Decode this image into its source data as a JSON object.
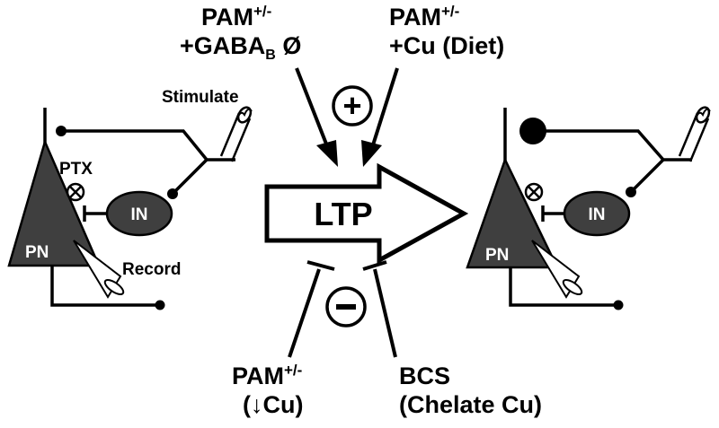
{
  "top_left": {
    "line1_main": "PAM",
    "line1_sup": "+/-",
    "line2_main": "+GABA",
    "line2_sub": "B",
    "line2_tail": " Ø"
  },
  "top_right": {
    "line1_main": "PAM",
    "line1_sup": "+/-",
    "line2": "+Cu (Diet)"
  },
  "bottom_left": {
    "line1_main": "PAM",
    "line1_sup": "+/-",
    "line2": "(↓Cu)"
  },
  "bottom_right": {
    "line1": "BCS",
    "line2": "(Chelate Cu)"
  },
  "plus_symbol": "+",
  "minus_symbol": "−",
  "arrow_label": "LTP",
  "left_circuit": {
    "stimulate": "Stimulate",
    "ptx": "PTX",
    "inhibitor_symbol": "⊗",
    "interneuron": "IN",
    "pyramidal": "PN",
    "record": "Record"
  },
  "right_circuit": {
    "inhibitor_symbol": "⊗",
    "interneuron": "IN",
    "pyramidal": "PN"
  },
  "colors": {
    "cell_fill": "#3f3f3f",
    "line": "#000000",
    "pipette": "#ffffff"
  }
}
